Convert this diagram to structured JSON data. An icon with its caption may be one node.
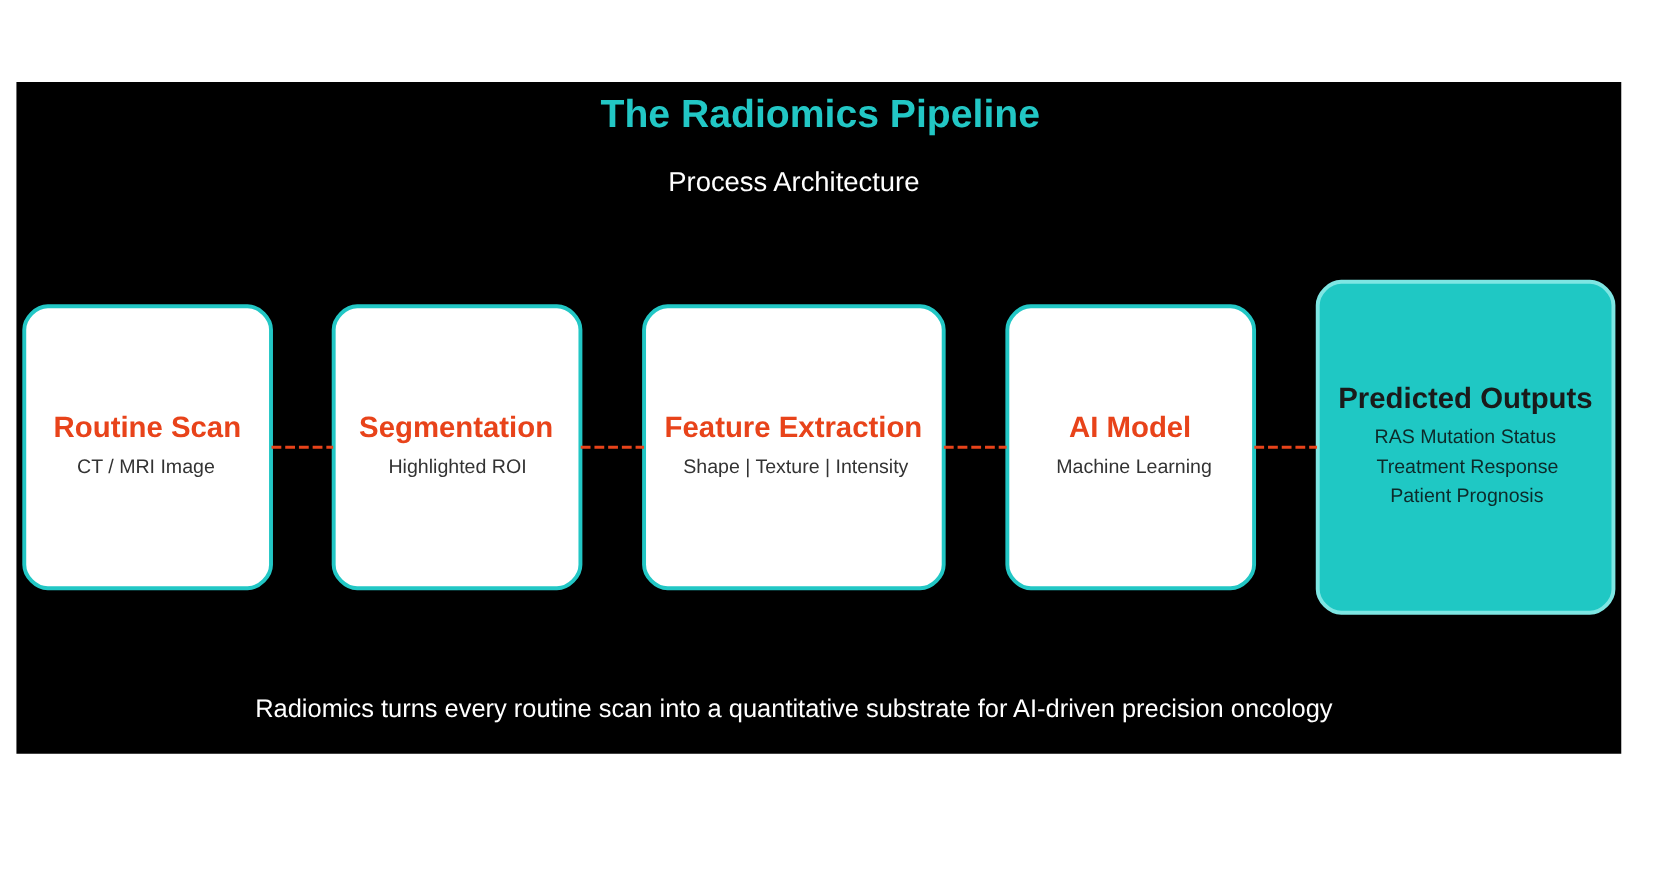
{
  "diagram": {
    "title": "The Radiomics Pipeline",
    "caption": "Radiomics turns every routine scan into a quantitative substrate for AI-driven precision oncology",
    "nodes": [
      {
        "text": [
          "Routine Scan",
          "CT / MRI Image"
        ]
      },
      {
        "text": [
          "Segmentation",
          "Highlighted ROI"
        ]
      },
      {
        "text": [
          "Feature Extraction",
          "Shape | Texture | Intensity"
        ]
      },
      {
        "text": [
          "AI Model",
          "Machine Learning"
        ]
      },
      {
        "text": [
          "Predicted Outputs",
          "RAS Mutation Status",
          "Treatment Response",
          "Patient Prognosis"
        ]
      }
    ],
    "edges": [
      {
        "from": 0,
        "to": 1,
        "arrow": "none",
        "style": "dashed",
        "color": "#e8431a"
      },
      {
        "from": 1,
        "to": 2,
        "arrow": "none",
        "style": "dashed",
        "color": "#e8431a"
      },
      {
        "from": 2,
        "to": 3,
        "arrow": "none",
        "style": "dashed",
        "color": "#e8431a"
      },
      {
        "from": 3,
        "to": 4,
        "arrow": "none",
        "style": "dashed",
        "color": "#e8431a"
      }
    ],
    "labels": [
      "Process Architecture"
    ]
  }
}
